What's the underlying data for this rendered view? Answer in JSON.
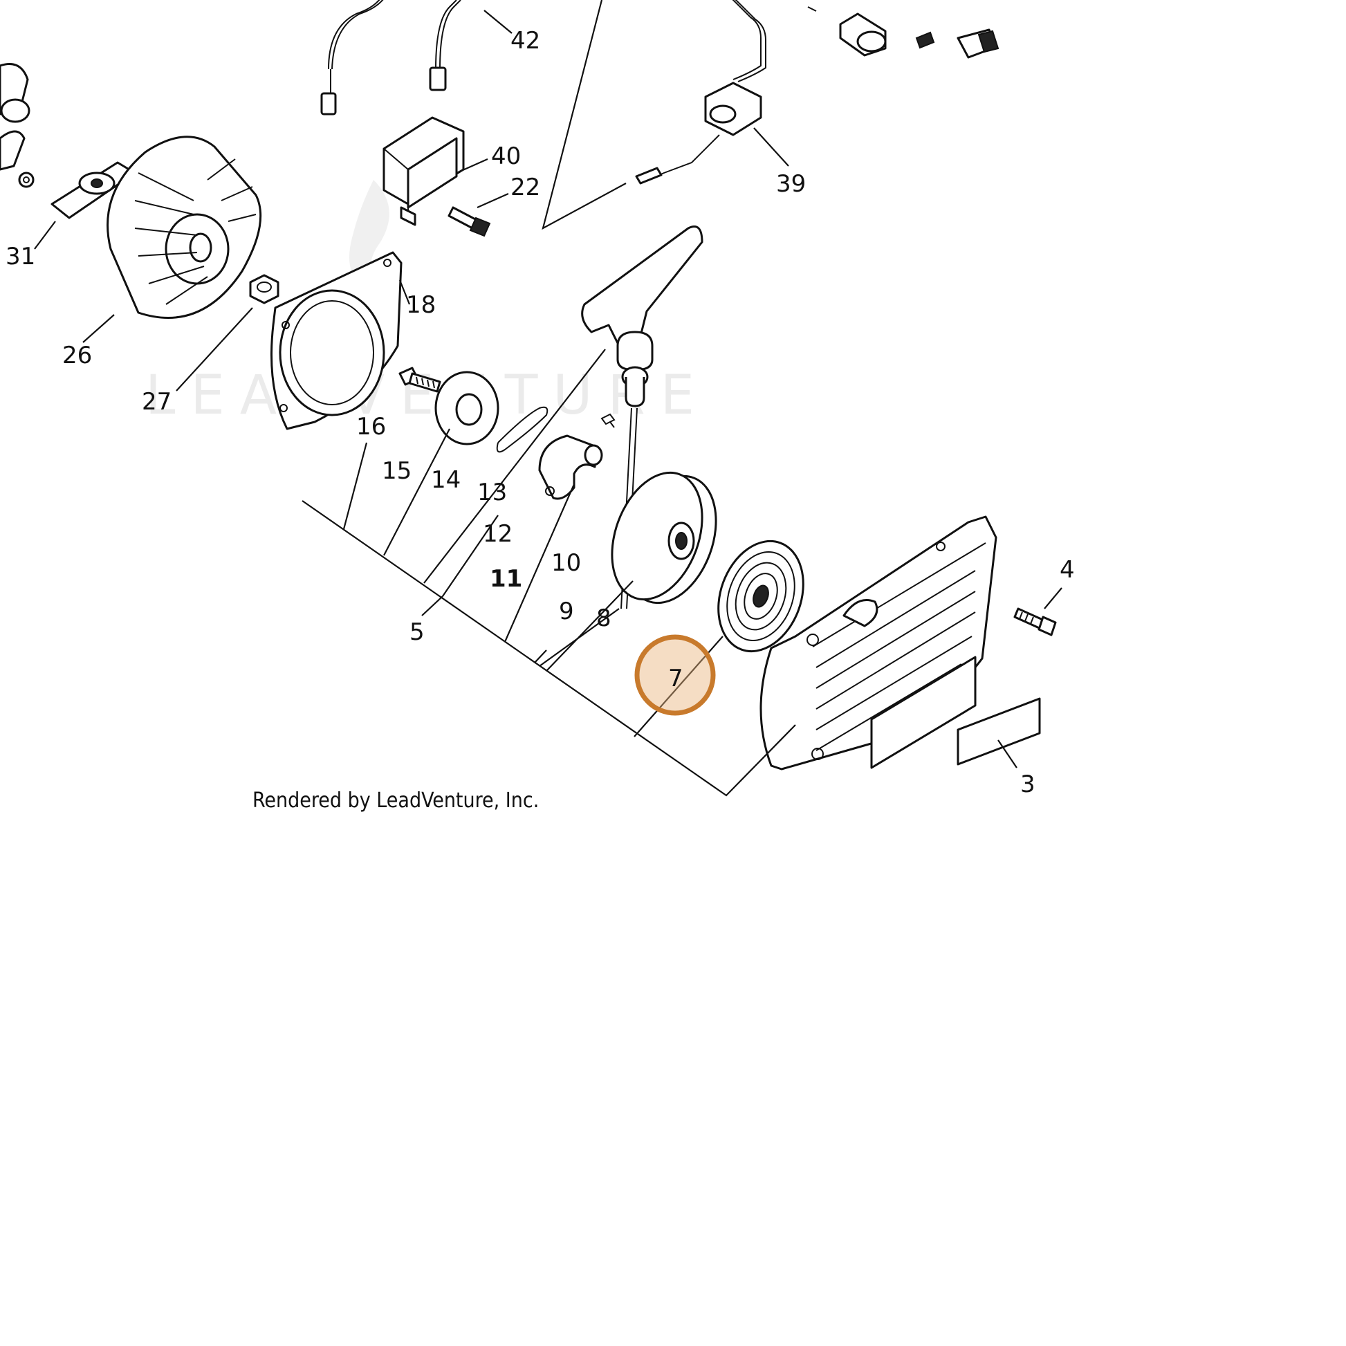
{
  "diagram": {
    "watermark": "LEADVENTURE",
    "credit": "Rendered by LeadVenture, Inc.",
    "highlight_color": "#c87a2c",
    "highlighted_callout": "7",
    "callouts": [
      "42",
      "40",
      "22",
      "39",
      "31",
      "26",
      "27",
      "18",
      "16",
      "15",
      "14",
      "13",
      "12",
      "11",
      "10",
      "9",
      "8",
      "7",
      "5",
      "4",
      "3"
    ]
  }
}
